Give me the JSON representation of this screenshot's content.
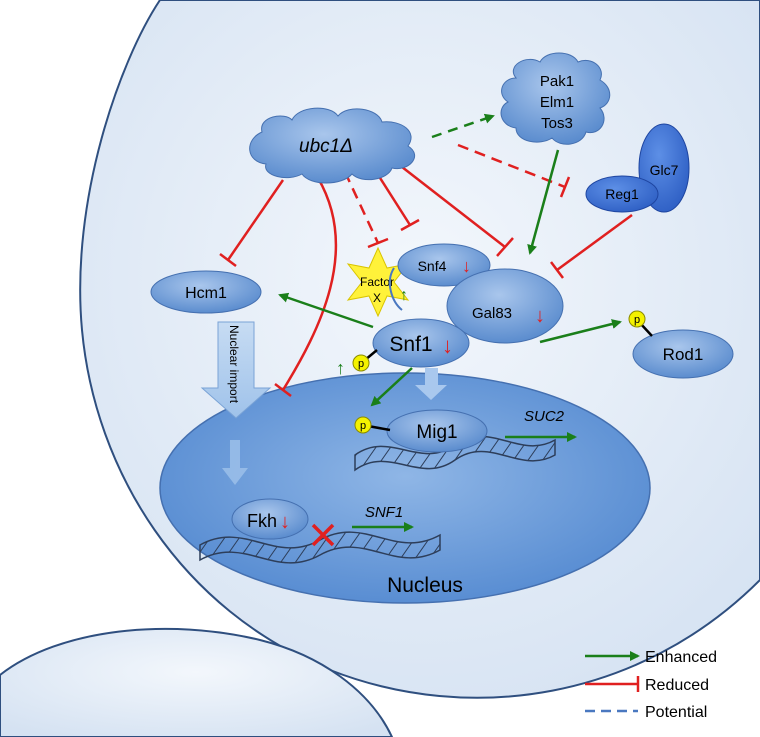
{
  "nodes": {
    "ubc1": "ubc1Δ",
    "pak1": "Pak1",
    "elm1": "Elm1",
    "tos3": "Tos3",
    "glc7": "Glc7",
    "reg1": "Reg1",
    "hcm1": "Hcm1",
    "factor_x_line1": "Factor",
    "factor_x_line2": "X",
    "snf4": "Snf4",
    "gal83": "Gal83",
    "snf1": "Snf1",
    "rod1": "Rod1",
    "mig1": "Mig1",
    "suc2": "SUC2",
    "fkh": "Fkh",
    "snf1_gene": "SNF1",
    "nucleus": "Nucleus",
    "nuclear_import": "Nuclear import",
    "phospho": "p",
    "up_arrow": "↑",
    "down_arrow": "↓"
  },
  "legend": {
    "enhanced": "Enhanced",
    "reduced": "Reduced",
    "potential": "Potential"
  },
  "colors": {
    "enhanced": "#1a7f1a",
    "reduced": "#e02020",
    "potential": "#4a78c0",
    "cell_fill": "#dfe9f5",
    "cell_stroke": "#2f4f7f",
    "protein_fill": "#5b8fd0",
    "nucleus_fill": "#5f95d8",
    "factor_x": "#fff23a",
    "phospho": "#f4f200"
  }
}
